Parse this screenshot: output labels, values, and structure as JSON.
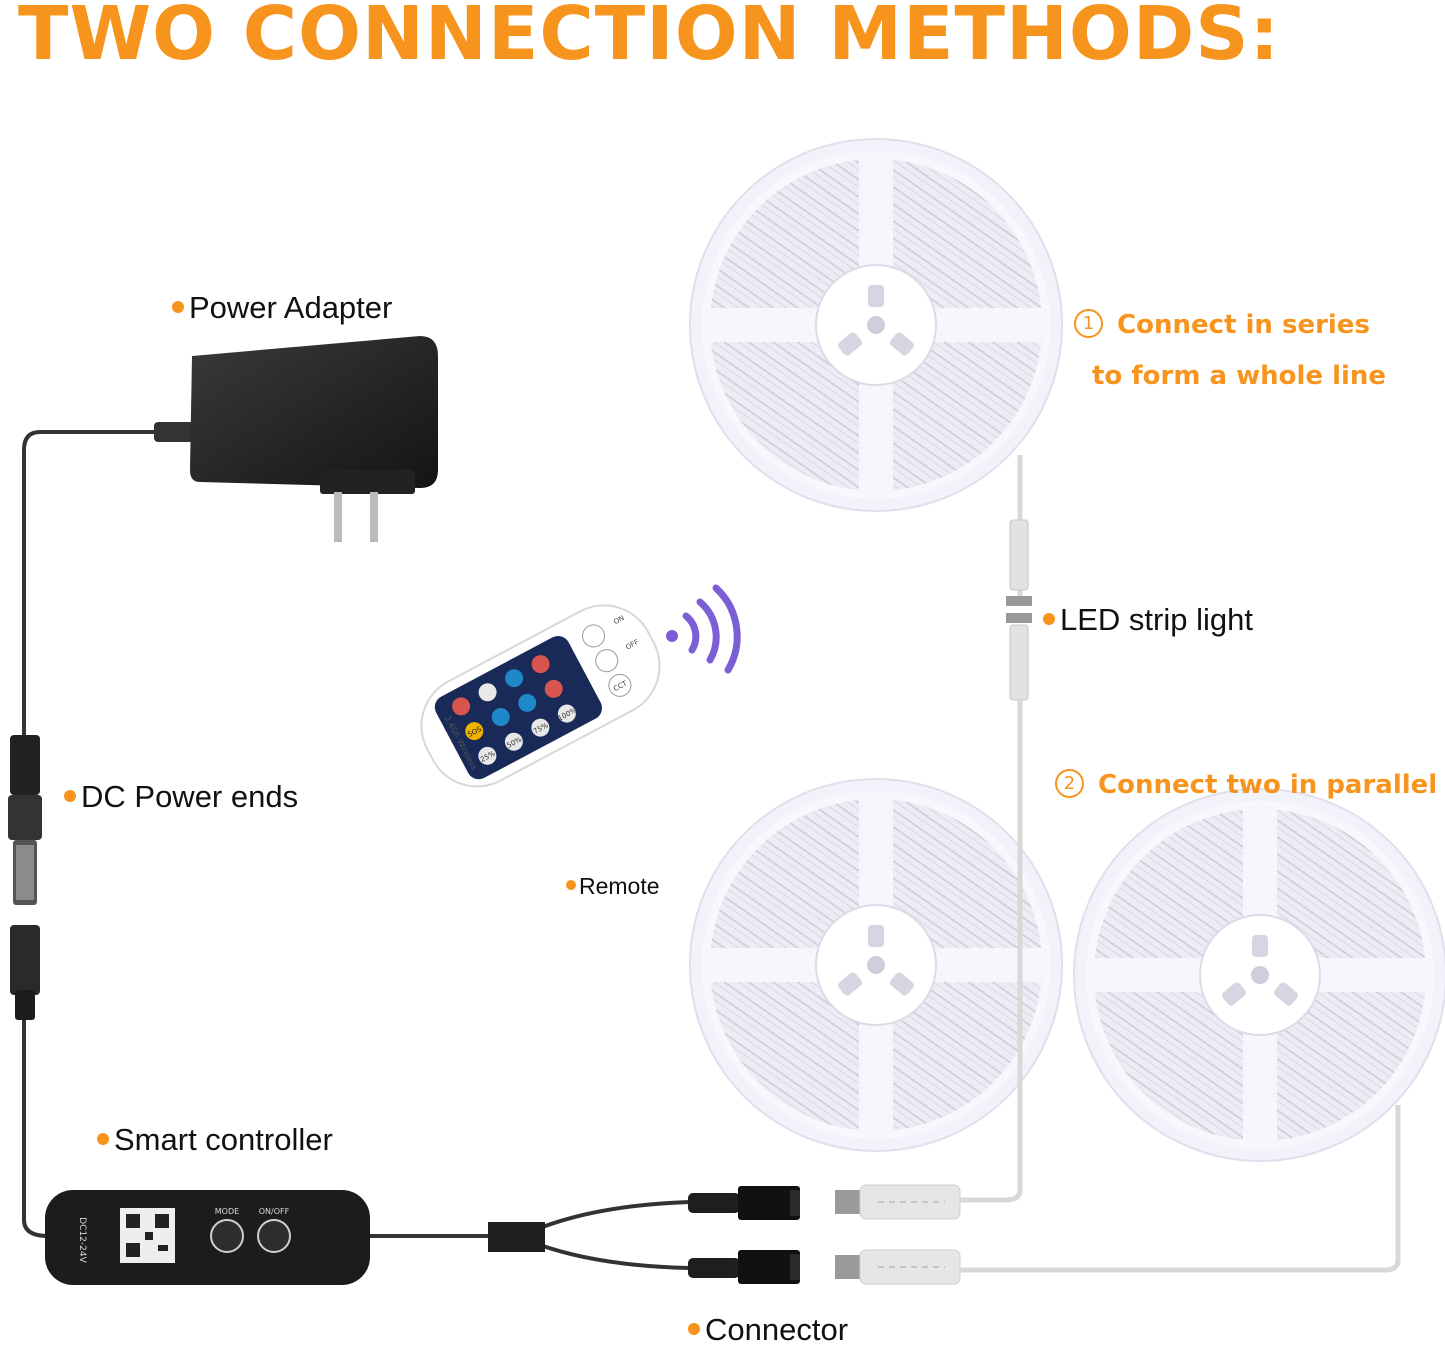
{
  "headline": "TWO CONNECTION METHODS:",
  "labels": {
    "power_adapter": "Power Adapter",
    "dc_power_ends": "DC Power ends",
    "smart_controller": "Smart controller",
    "remote": "Remote",
    "led_strip_light": "LED strip light",
    "connector": "Connector"
  },
  "methods": {
    "series": {
      "number": "1",
      "line1": "Connect in series",
      "line2": "to form a whole line"
    },
    "parallel": {
      "number": "2",
      "line1": "Connect two in parallel"
    }
  },
  "remote_keys": {
    "on": "ON",
    "off": "OFF",
    "cct": "CCT",
    "sos": "SOS",
    "p25": "25%",
    "p50": "50%",
    "p75": "75%",
    "p100": "100%",
    "brand": "2.4Gh Wireless"
  },
  "controller": {
    "mode": "MODE",
    "power": "ON/OFF",
    "dc": "DC12-24V"
  },
  "colors": {
    "accent": "#f7941d",
    "text": "#111111",
    "cable": "#333333",
    "white_cable": "#d8d8d8",
    "device_black": "#1f1f1f",
    "reel": "#eeeef6",
    "signal": "#7b5fd6"
  }
}
